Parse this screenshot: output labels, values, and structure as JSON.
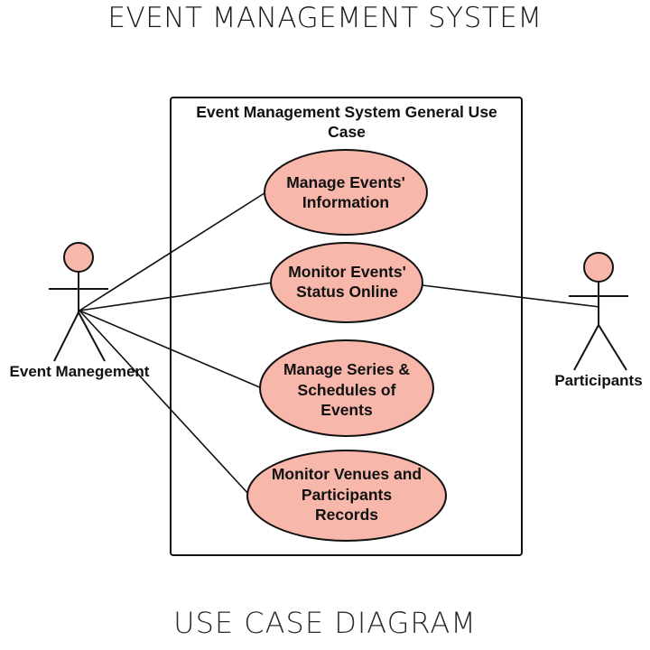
{
  "top_title": "EVENT MANAGEMENT SYSTEM",
  "bottom_title": "USE CASE DIAGRAM",
  "system": {
    "title": "Event Management System General Use Case"
  },
  "actors": {
    "left": {
      "label": "Event Manegement"
    },
    "right": {
      "label": "Participants"
    }
  },
  "use_cases": [
    {
      "label": "Manage Events' Information"
    },
    {
      "label": "Monitor Events' Status Online"
    },
    {
      "label": "Manage Series & Schedules of Events"
    },
    {
      "label": "Monitor Venues and Participants Records"
    }
  ],
  "colors": {
    "use_case_fill": "#f8b7ab",
    "actor_head_fill": "#f8b7ab",
    "stroke": "#111111"
  }
}
